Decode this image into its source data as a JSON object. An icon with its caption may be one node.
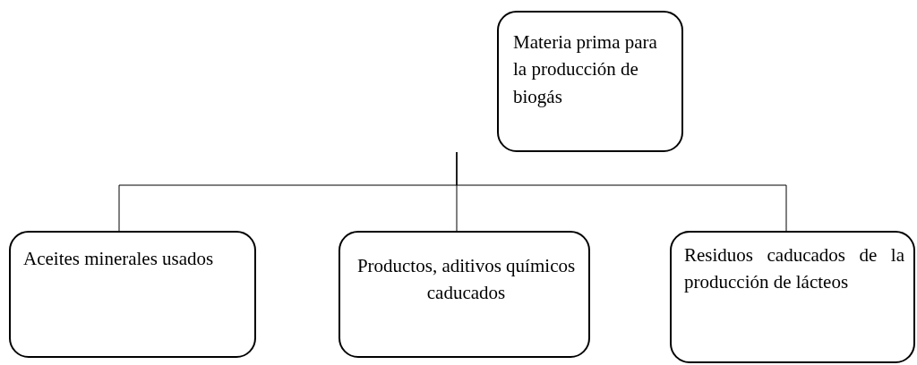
{
  "diagram": {
    "nodes": [
      {
        "text": [
          "Materia prima para la producción de biogás"
        ]
      },
      {
        "text": [
          "Aceites minerales usados"
        ]
      },
      {
        "text": [
          "Productos, aditivos químicos caducados"
        ]
      },
      {
        "text": [
          "Residuos caducados de la producción de lácteos"
        ]
      }
    ],
    "edges": [
      {
        "from": 0,
        "to": 1,
        "arrow": "none"
      },
      {
        "from": 0,
        "to": 2,
        "arrow": "none"
      },
      {
        "from": 0,
        "to": 3,
        "arrow": "none"
      }
    ]
  }
}
